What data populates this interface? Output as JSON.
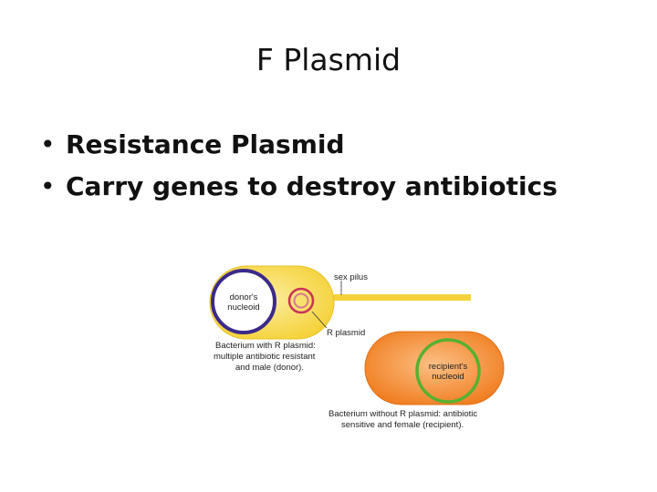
{
  "slide": {
    "title": "F Plasmid",
    "bullets": [
      "Resistance Plasmid",
      "Carry genes to destroy antibiotics"
    ]
  },
  "figure": {
    "donor": {
      "nucleoid_label_line1": "donor's",
      "nucleoid_label_line2": "nucleoid",
      "caption_line1": "Bacterium with R plasmid:",
      "caption_line2": "multiple antibiotic resistant",
      "caption_line3": "and male (donor)."
    },
    "recipient": {
      "nucleoid_label_line1": "recipient's",
      "nucleoid_label_line2": "nucleoid",
      "caption_line1": "Bacterium without R plasmid: antibiotic",
      "caption_line2": "sensitive and female (recipient)."
    },
    "labels": {
      "sex_pilus": "sex pilus",
      "r_plasmid": "R plasmid"
    },
    "colors": {
      "donor_cell": "#f5d23a",
      "donor_cell_center": "#fbeea0",
      "donor_nucleoid": "#3c2a8a",
      "r_plasmid": "#c8345a",
      "recipient_cell": "#f07d20",
      "recipient_cell_center": "#fbbf84",
      "recipient_nucleoid": "#58b030"
    }
  }
}
